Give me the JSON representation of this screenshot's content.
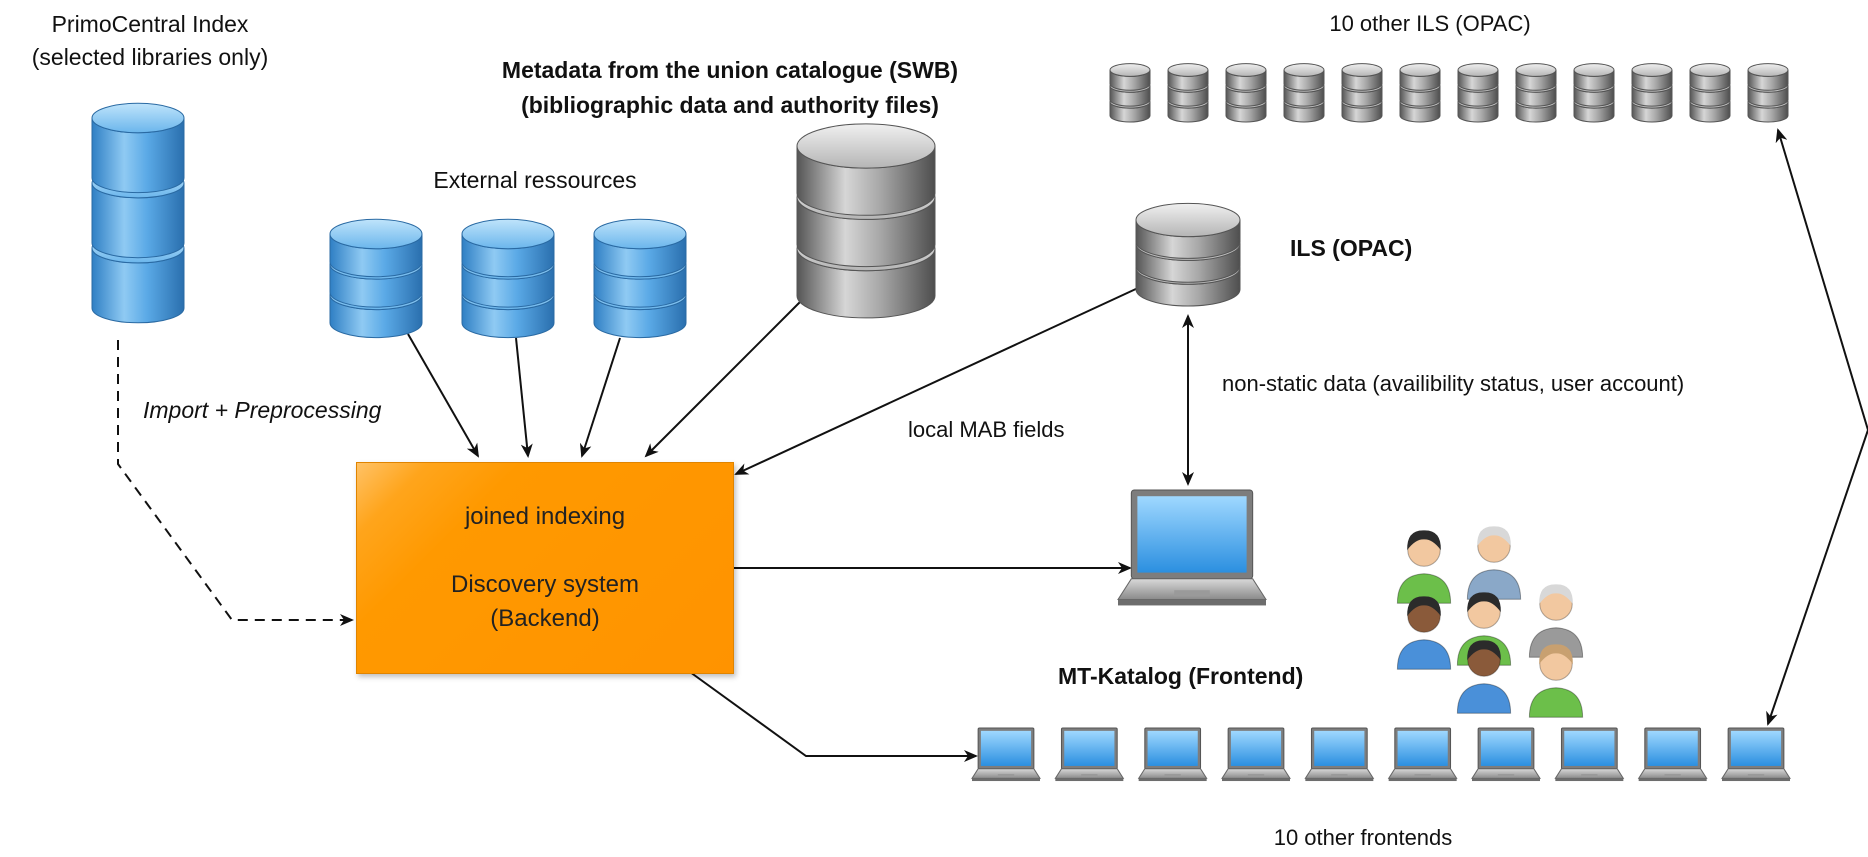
{
  "labels": {
    "primo_title": "PrimoCentral Index",
    "primo_sub": "(selected libraries only)",
    "swb_line1": "Metadata from the union catalogue (SWB)",
    "swb_line2": "(bibliographic data and authority files)",
    "external": "External ressources",
    "other_ils": "10 other ILS (OPAC)",
    "ils": "ILS (OPAC)",
    "non_static": "non-static data (availibility status, user account)",
    "local_mab": "local MAB fields",
    "import": "Import + Preprocessing",
    "joined_indexing": "joined indexing",
    "discovery_system": "Discovery system",
    "backend": "(Backend)",
    "mt_katalog": "MT-Katalog (Frontend)",
    "other_frontends": "10 other frontends"
  },
  "colors": {
    "backend_box": "#ff9900",
    "blue_db": "#5aa9e6",
    "grey_db": "#9a9a9a",
    "arrow": "#111111"
  },
  "icons": {
    "primo_db": "blue-database-icon",
    "external_db": "blue-database-icon",
    "swb_db": "grey-database-icon",
    "ils_db": "grey-database-icon",
    "laptop": "laptop-icon",
    "users": "users-group-icon"
  },
  "counts": {
    "other_ils_databases": 12,
    "other_frontend_laptops": 10,
    "external_databases": 3,
    "users": 7
  }
}
